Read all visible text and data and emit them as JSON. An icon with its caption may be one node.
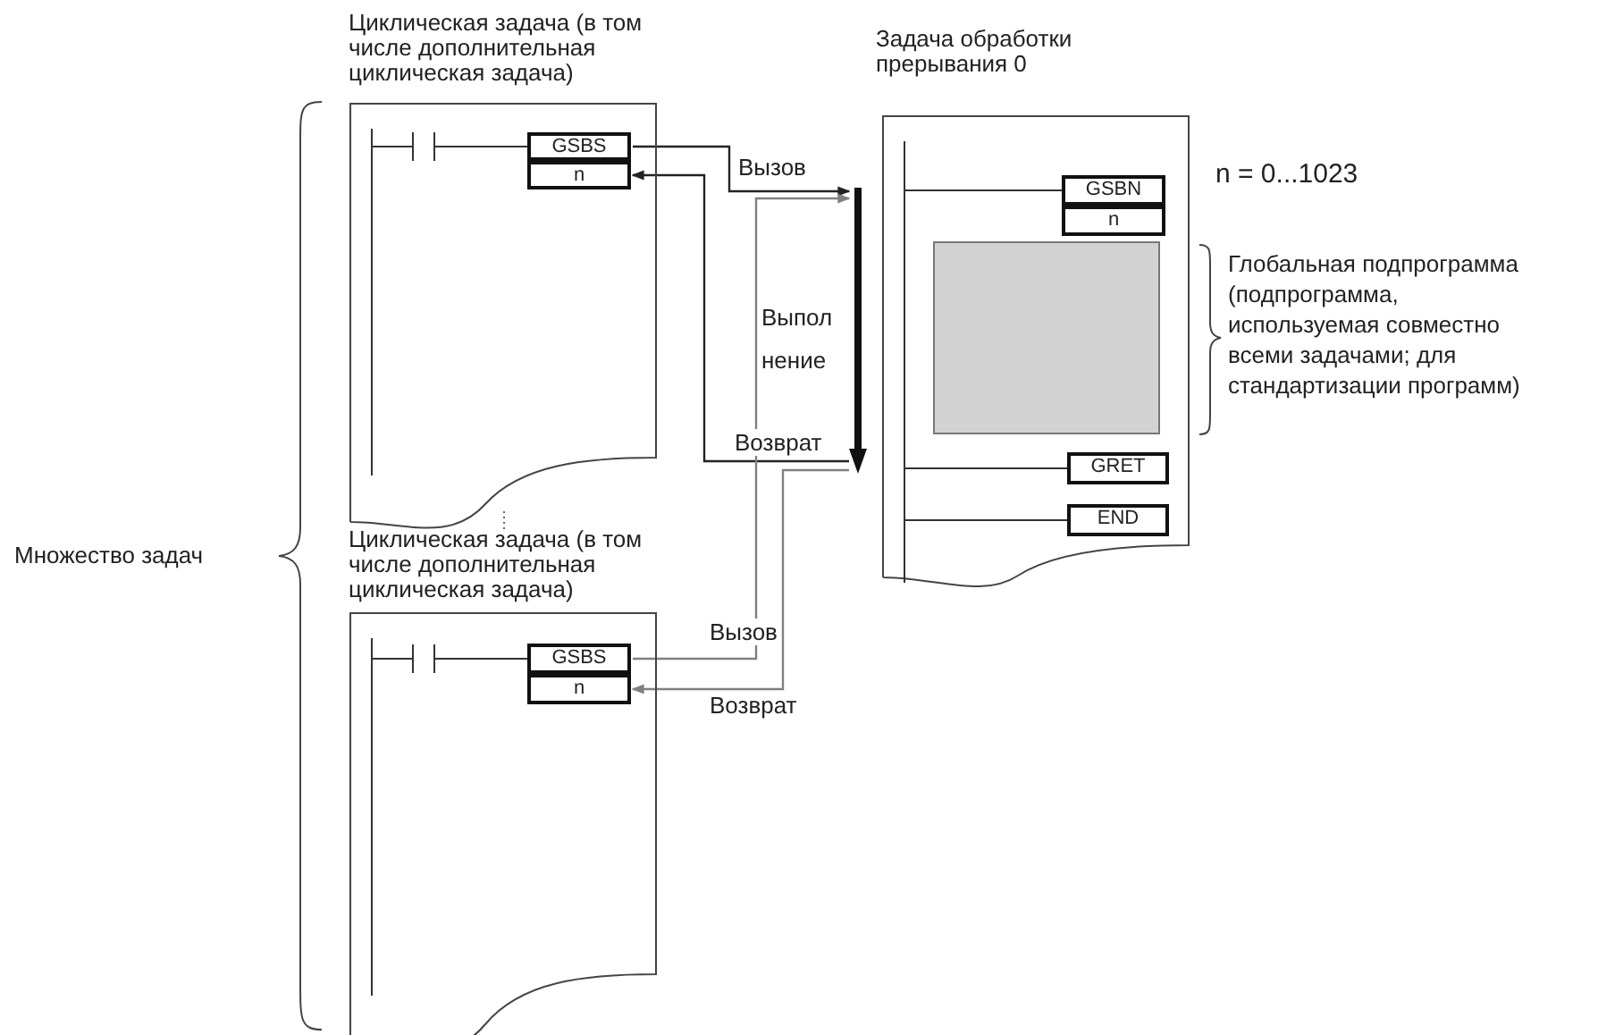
{
  "diagram": {
    "nodes": [
      {
        "text": [
          "Циклическая задача (в том числе дополнительная циклическая задача)"
        ]
      },
      {
        "text": [
          "GSBS"
        ],
        "in": 0
      },
      {
        "text": [
          "n"
        ],
        "in": 0
      },
      {
        "text": [
          "Циклическая задача (в том числе дополнительная циклическая задача)"
        ]
      },
      {
        "text": [
          "GSBS"
        ],
        "in": 3
      },
      {
        "text": [
          "n"
        ],
        "in": 3
      },
      {
        "text": [
          "Задача обработки прерывания 0"
        ]
      },
      {
        "text": [
          "GSBN"
        ],
        "in": 6
      },
      {
        "text": [
          "n"
        ],
        "in": 6
      },
      {
        "text": [],
        "shape": "box",
        "in": 6
      },
      {
        "text": [
          "GRET"
        ],
        "in": 6
      },
      {
        "text": [
          "END"
        ],
        "in": 6
      },
      {
        "text": [],
        "shape": "bar"
      }
    ],
    "edges": [
      {
        "from": 1,
        "to": 12,
        "arrow": "to",
        "label": "Вызов"
      },
      {
        "from": 12,
        "to": 2,
        "arrow": "to",
        "label": "Возврат"
      },
      {
        "from": 4,
        "to": 12,
        "arrow": "to",
        "label": "Вызов",
        "color": "#808080"
      },
      {
        "from": 12,
        "to": 5,
        "arrow": "to",
        "label": "Возврат",
        "color": "#808080"
      }
    ],
    "labels": [
      "Выпол нение",
      "n = 0...1023",
      "Глобальная подпрограмма (подпрограмма, используемая совместно всеми задачами; для стандартизации программ)",
      "Множество задач"
    ]
  }
}
